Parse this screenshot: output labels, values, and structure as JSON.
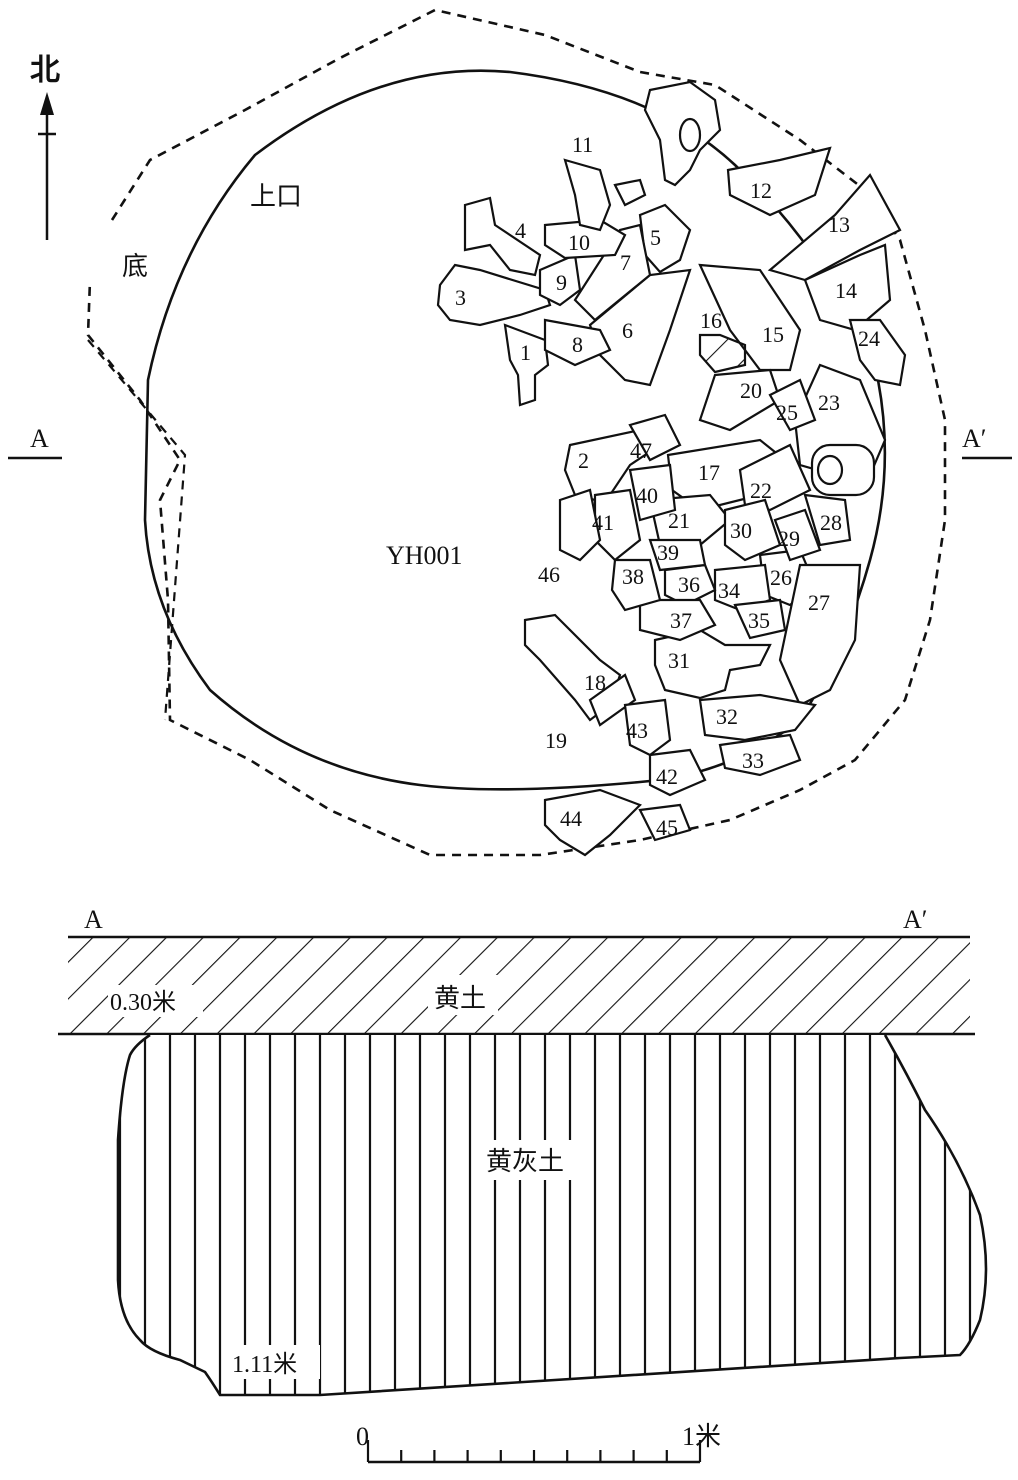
{
  "plan": {
    "north_label": "北",
    "bottom_label": "底",
    "top_opening_label": "上口",
    "feature_id": "YH001",
    "section_start": "A",
    "section_end": "A′",
    "bone_labels": [
      "1",
      "2",
      "3",
      "4",
      "5",
      "6",
      "7",
      "8",
      "9",
      "10",
      "11",
      "12",
      "13",
      "14",
      "15",
      "16",
      "17",
      "18",
      "19",
      "20",
      "21",
      "22",
      "23",
      "24",
      "25",
      "26",
      "27",
      "28",
      "29",
      "30",
      "31",
      "32",
      "33",
      "34",
      "35",
      "36",
      "37",
      "38",
      "39",
      "40",
      "41",
      "42",
      "43",
      "44",
      "45",
      "46",
      "47"
    ]
  },
  "section": {
    "start_label": "A",
    "end_label": "A′",
    "top_layer": "黄土",
    "top_depth": "0.30米",
    "fill_layer": "黄灰土",
    "bottom_depth": "1.11米"
  },
  "scale_bar": {
    "start": "0",
    "end": "1米"
  },
  "colors": {
    "ink": "#111111",
    "paper": "#ffffff"
  }
}
